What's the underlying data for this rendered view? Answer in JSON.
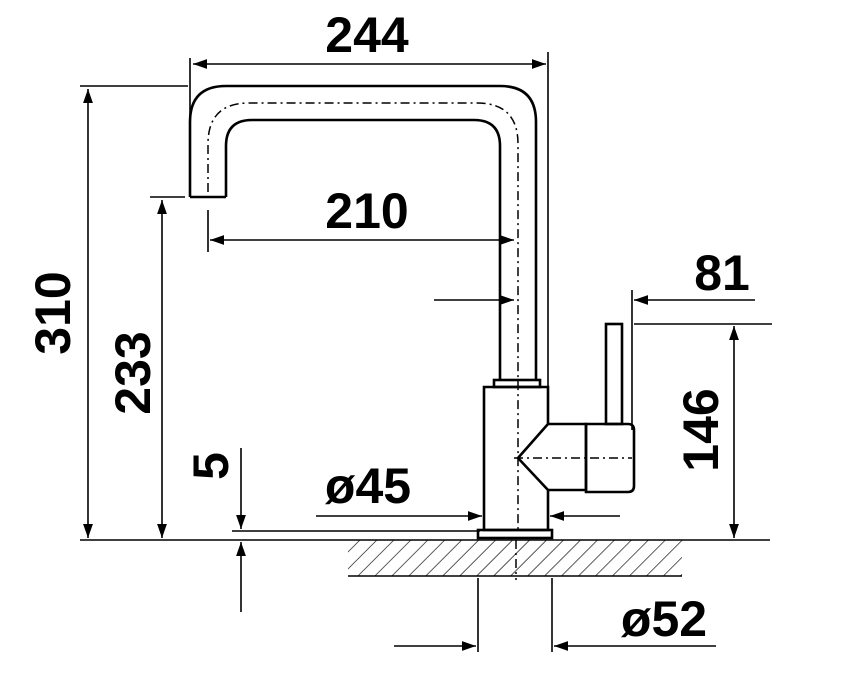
{
  "dimensions": {
    "spout_reach_outer": "244",
    "spout_reach_inner": "210",
    "total_height": "310",
    "spout_height": "233",
    "handle_offset": "81",
    "handle_height": "146",
    "deck_thickness": "5",
    "base_diameter": "ø45",
    "hole_diameter": "ø52"
  },
  "colors": {
    "line": "#000000",
    "background": "#ffffff"
  }
}
